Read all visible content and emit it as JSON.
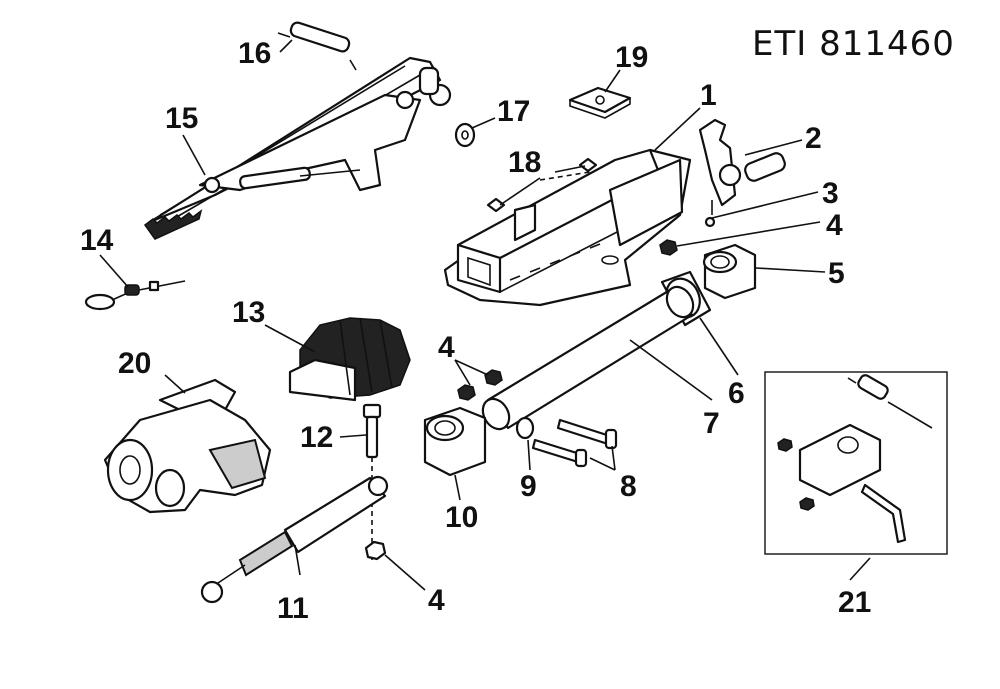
{
  "drawing_code": "ETI 811460",
  "part_numbers": {
    "p1": "1",
    "p2": "2",
    "p3": "3",
    "p4a": "4",
    "p5": "5",
    "p4b": "4",
    "p6": "6",
    "p7": "7",
    "p8": "8",
    "p9": "9",
    "p10": "10",
    "p11": "11",
    "p4c": "4",
    "p12": "12",
    "p13": "13",
    "p14": "14",
    "p15": "15",
    "p16": "16",
    "p17": "17",
    "p18": "18",
    "p19": "19",
    "p20": "20",
    "p21": "21"
  }
}
